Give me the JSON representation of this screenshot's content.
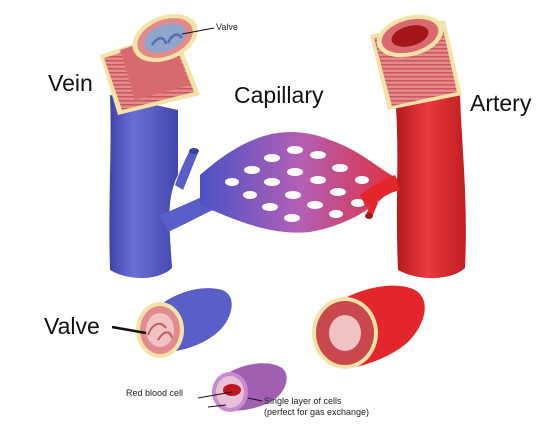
{
  "labels": {
    "vein": "Vein",
    "capillary": "Capillary",
    "artery": "Artery",
    "valve_large": "Valve",
    "valve_small": "Valve",
    "red_blood_cell": "Red blood cell",
    "single_layer_line1": "Single layer of cells",
    "single_layer_line2": "(perfect for gas exchange)"
  },
  "colors": {
    "vein_blue": "#5a5ec8",
    "vein_dark": "#3c3f9e",
    "artery_red": "#e2262b",
    "artery_dark": "#a4161a",
    "muscle_pink": "#e07a7e",
    "inner_pink": "#f0c2c4",
    "capillary_purple": "#a05fb0",
    "yellow_layer": "#f4e3a6"
  }
}
